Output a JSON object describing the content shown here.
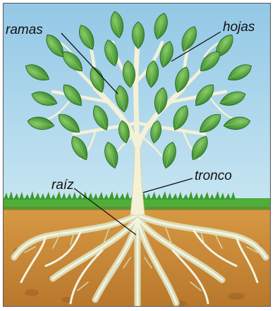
{
  "diagram": {
    "labels": {
      "ramas": "ramas",
      "hojas": "hojas",
      "raiz": "raíz",
      "tronco": "tronco"
    },
    "colors": {
      "sky": "#a9d4ea",
      "grass": "#4fae3a",
      "soil": "#c98a3a",
      "soil_dark": "#a46a2a",
      "roots": "#e9f0d8",
      "trunk": "#f4f1d6",
      "leaf": "#5aa644",
      "leaf_dark": "#2f7a2a",
      "label_line": "#111111"
    }
  }
}
